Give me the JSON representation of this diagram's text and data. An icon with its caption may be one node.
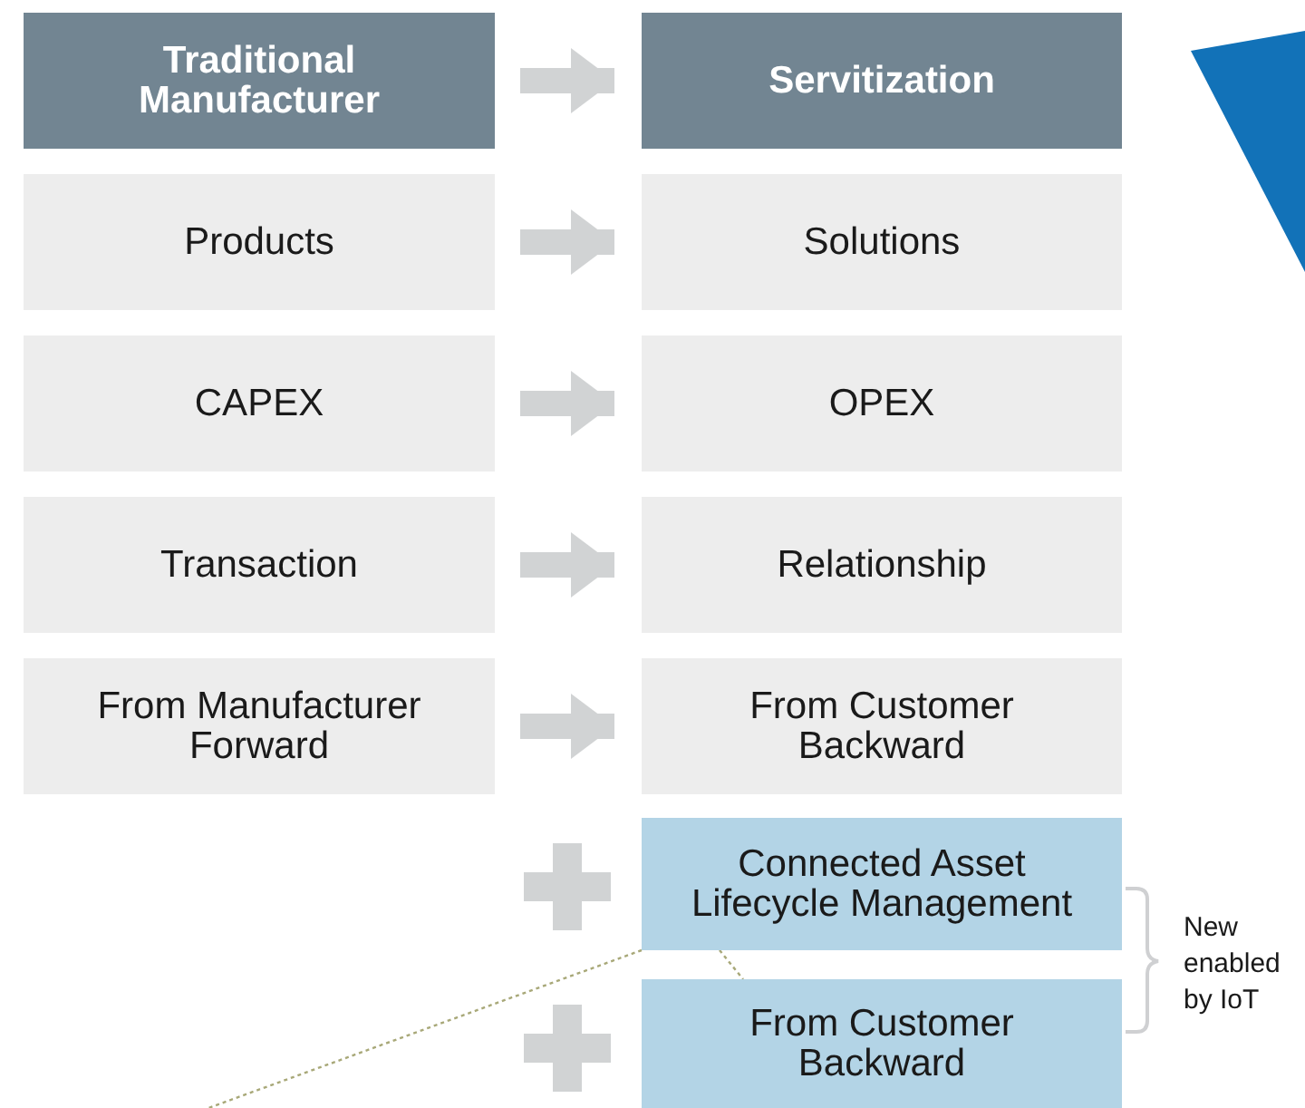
{
  "diagram": {
    "nodes": [
      {
        "text": [
          "Traditional Manufacturer"
        ]
      },
      {
        "text": [
          "Servitization"
        ]
      },
      {
        "text": [
          "Products"
        ]
      },
      {
        "text": [
          "Solutions"
        ]
      },
      {
        "text": [
          "CAPEX"
        ]
      },
      {
        "text": [
          "OPEX"
        ]
      },
      {
        "text": [
          "Transaction"
        ]
      },
      {
        "text": [
          "Relationship"
        ]
      },
      {
        "text": [
          "From Manufacturer Forward"
        ]
      },
      {
        "text": [
          "From Customer Backward"
        ]
      },
      {
        "text": [
          "Connected Asset Lifecycle Management"
        ]
      },
      {
        "text": [
          "From Customer Backward"
        ]
      },
      {
        "text": [],
        "shape": "triangle"
      }
    ],
    "edges": [
      {
        "from": 0,
        "to": 1,
        "arrow": "to"
      },
      {
        "from": 2,
        "to": 3,
        "arrow": "to"
      },
      {
        "from": 4,
        "to": 5,
        "arrow": "to"
      },
      {
        "from": 6,
        "to": 7,
        "arrow": "to"
      },
      {
        "from": 8,
        "to": 9,
        "arrow": "to"
      },
      {
        "from": 10,
        "to": 11,
        "arrow": "none",
        "style": "dashed",
        "color": "#a8a878"
      },
      {
        "from": 10,
        "to": null,
        "arrow": "none",
        "style": "dashed",
        "color": "#a8a878"
      }
    ],
    "labels": [
      "New enabled by IoT"
    ]
  }
}
